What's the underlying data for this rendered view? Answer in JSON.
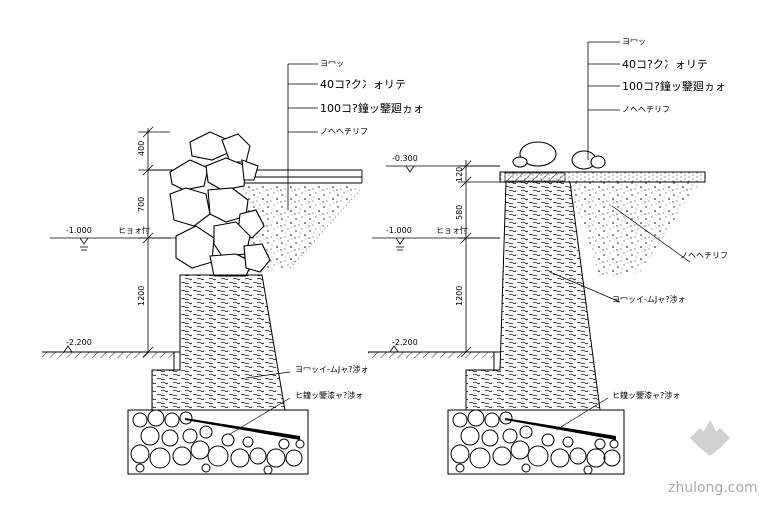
{
  "left_section": {
    "callouts": [
      "ヨ冖ッ",
      "40コ?ク冫ォリテ",
      "100コ?鐘ッ鑒廻ヵォ",
      "ノヘヘチリフ"
    ],
    "elevations": [
      "-1.000",
      "-2.200"
    ],
    "water_label": "ヒョォ忖",
    "dimensions": [
      "400",
      "700",
      "1200"
    ],
    "lower_labels": [
      "ヨ冖ッイ-ムJャ?渉ォ",
      "ヒ鐘ッ鑒漆ャ?渉ォ"
    ]
  },
  "right_section": {
    "callouts": [
      "ヨ冖ッ",
      "40コ?ク冫ォリテ",
      "100コ?鐘ッ鑒廻ヵォ",
      "ノヘヘチリフ"
    ],
    "elevations": [
      "-0.300",
      "-1.000",
      "-2.200"
    ],
    "water_label": "ヒョォ忖",
    "dimensions": [
      "120",
      "580",
      "1200"
    ],
    "side_labels": [
      "ノヘヘチリフ",
      "ヨ冖ッイ-ムJャ?渉ォ"
    ],
    "lower_labels": [
      "ヒ鐘ッ鑒漆ャ?渉ォ"
    ]
  },
  "watermark": {
    "text": "zhulong.com"
  }
}
